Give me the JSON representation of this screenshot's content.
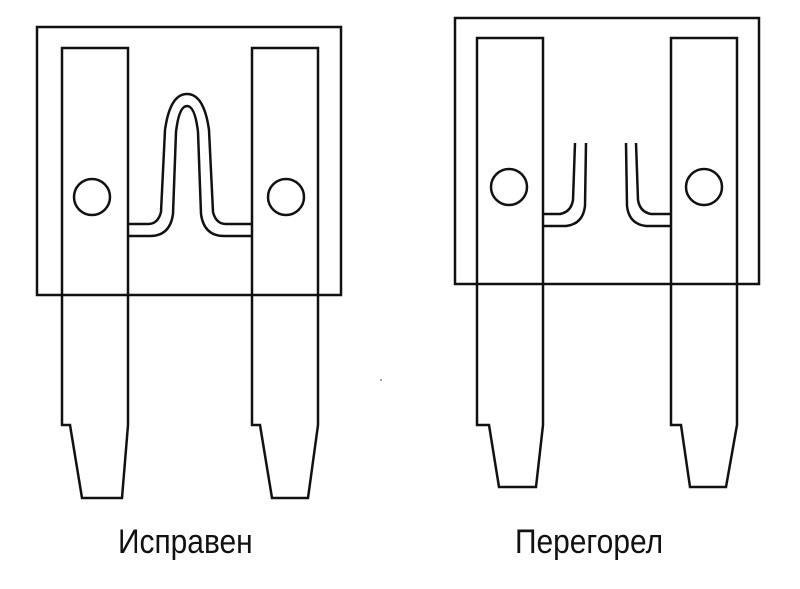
{
  "labels": {
    "good": "Исправен",
    "blown": "Перегорел"
  },
  "colors": {
    "line": "#111111",
    "background": "#ffffff"
  },
  "fuses": [
    {
      "state": "good",
      "element": "intact-u-shaped-filament"
    },
    {
      "state": "blown",
      "element": "broken-filament"
    }
  ]
}
